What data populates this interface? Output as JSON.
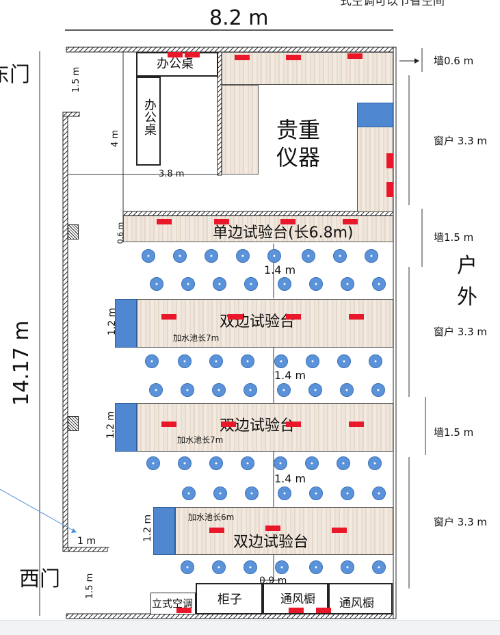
{
  "top_note": "式空调可以节省空间",
  "dimensions": {
    "room_width": "8.2 m",
    "room_length": "14.17 m",
    "top_gap": "1.5 m",
    "office_depth": "4 m",
    "office_width": "3.8 m",
    "bench_gap": "0.6 m",
    "aisle": "1.4 m",
    "bench_width": "1.2 m",
    "door_width": "1 m",
    "bottom_gap": "0.9 m"
  },
  "doors": {
    "east": "东门",
    "west": "西门"
  },
  "outside_label": [
    "户",
    "外"
  ],
  "right_side": [
    "墙0.6 m",
    "窗户 3.3 m",
    "墙1.5 m",
    "窗户 3.3 m",
    "墙1.5 m",
    "窗户 3.3 m"
  ],
  "rooms": {
    "office_desk_top": "办公桌",
    "office_desk_side": "办公桌",
    "precious_instruments": "贵重\n仪器"
  },
  "benches": {
    "single": "单边试验台(长6.8m)",
    "double_1": "双边试验台",
    "double_2": "双边试验台",
    "double_3": "双边试验台",
    "sink_1": "加水池长7m",
    "sink_2": "加水池长7m",
    "sink_3": "加水池长6m"
  },
  "bottom_items": {
    "air_conditioner": "立式空调",
    "cabinet": "柜子",
    "fume_hood_1": "通风橱",
    "fume_hood_2": "通风橱"
  },
  "colors": {
    "stool": "#5b93da",
    "sink": "#4f87d1",
    "marker": "#e8182a",
    "bench": "#ede2d6",
    "annotation_arrow": "#4a90d9"
  }
}
